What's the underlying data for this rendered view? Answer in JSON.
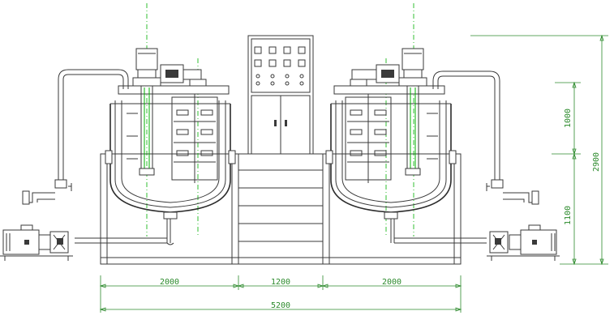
{
  "dimensions": {
    "left_section": "2000",
    "middle_section": "1200",
    "right_section": "2000",
    "overall_width": "5200",
    "upper_height": "1000",
    "lower_height": "1100",
    "overall_height": "2900"
  },
  "colors": {
    "line": "#3a3a3a",
    "centerline": "#00b000",
    "dimension": "#2c8a2c"
  },
  "icons": [
    "motor-icon",
    "pump-icon",
    "control-cabinet-icon"
  ]
}
